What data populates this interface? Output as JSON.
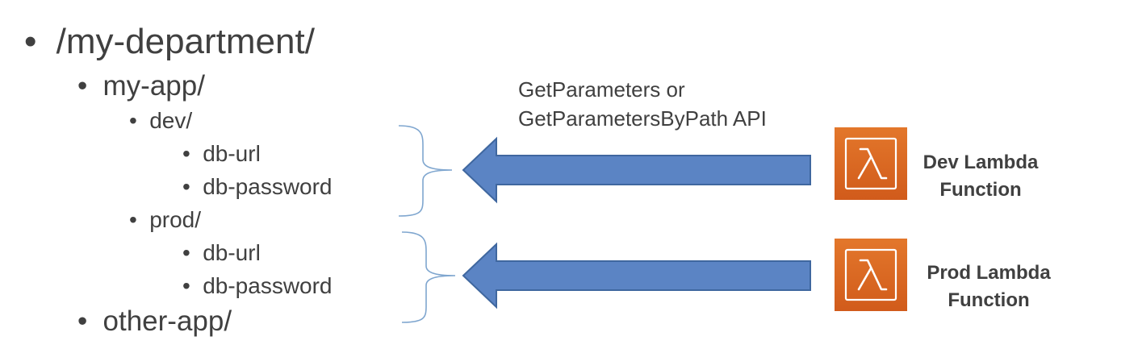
{
  "tree": [
    {
      "label": "/my-department/",
      "level": 0
    },
    {
      "label": "my-app/",
      "level": 1
    },
    {
      "label": "dev/",
      "level": 2
    },
    {
      "label": "db-url",
      "level": 3
    },
    {
      "label": "db-password",
      "level": 3
    },
    {
      "label": "prod/",
      "level": 2
    },
    {
      "label": "db-url",
      "level": 3
    },
    {
      "label": "db-password",
      "level": 3
    },
    {
      "label": "other-app/",
      "level": 1
    }
  ],
  "bullet": "•",
  "api_label": {
    "line1": "GetParameters or",
    "line2": "GetParametersByPath API"
  },
  "functions": {
    "dev": {
      "line1": "Dev Lambda",
      "line2": "Function"
    },
    "prod": {
      "line1": "Prod Lambda",
      "line2": "Function"
    }
  },
  "colors": {
    "arrow_fill": "#5b84c4",
    "arrow_stroke": "#3f679f",
    "brace": "#7fa6cf",
    "lambda_orange": "#dd6b20",
    "text": "#404040"
  },
  "icons": {
    "lambda": "lambda-icon"
  }
}
